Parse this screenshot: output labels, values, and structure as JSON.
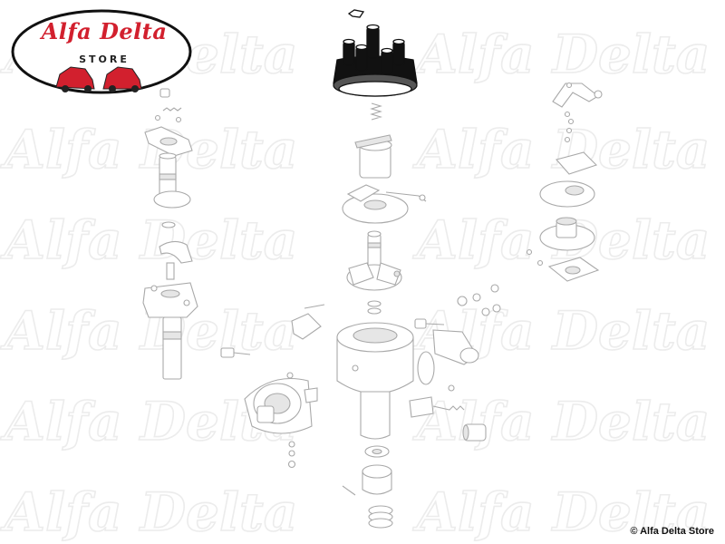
{
  "logo": {
    "brand": "Alfa Delta",
    "subtitle": "STORE"
  },
  "watermark": {
    "text": "Alfa Delta"
  },
  "copyright": "© Alfa Delta Store",
  "colors": {
    "logo_red": "#d2202e",
    "part_outline": "#a9a9a9",
    "highlighted_part": "#111111",
    "watermark": "#ececec"
  },
  "diagram": {
    "subject": "distributor exploded view",
    "highlighted_part": "distributor cap"
  }
}
